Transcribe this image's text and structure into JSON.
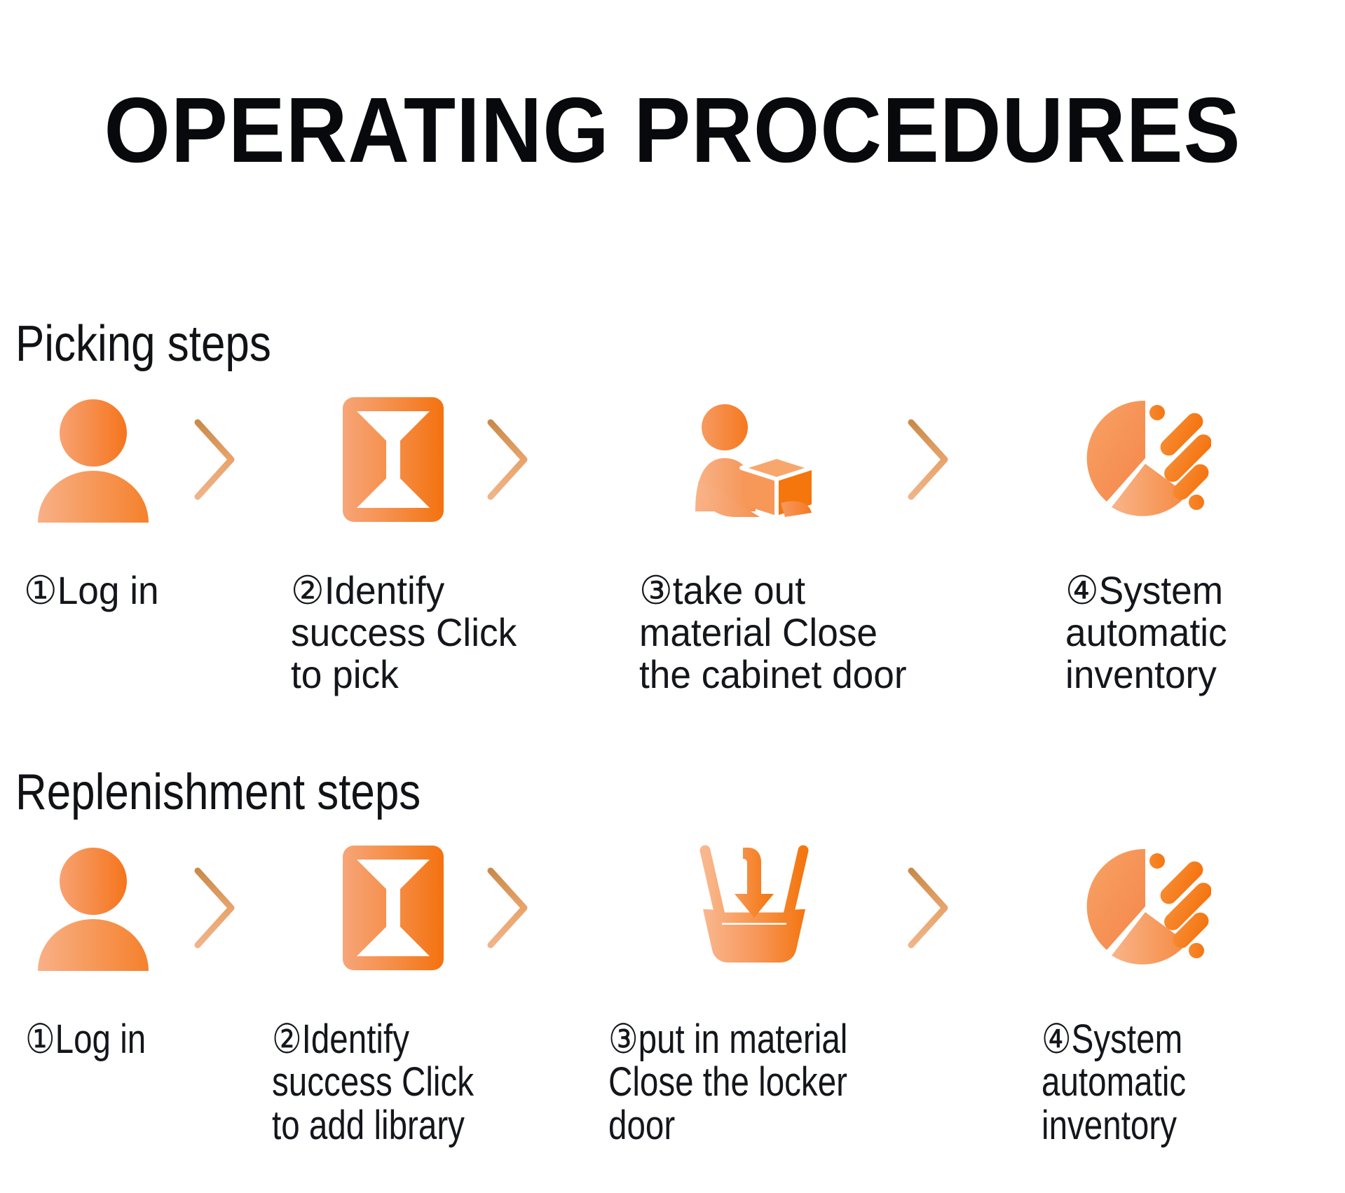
{
  "title": "OPERATING PROCEDURES",
  "colors": {
    "orange_bright": "#F5751C",
    "orange_mid": "#F5914A",
    "orange_light": "#F7AD82",
    "separator": "#C98B4B",
    "text": "#14161c",
    "background": "#ffffff"
  },
  "sections": [
    {
      "id": "picking",
      "heading": "Picking steps",
      "steps": [
        {
          "number": "①",
          "icon": "user-login-icon",
          "label": "①Log in"
        },
        {
          "number": "②",
          "icon": "identify-scan-icon",
          "label": "②Identify\nsuccess Click\nto pick"
        },
        {
          "number": "③",
          "icon": "person-carry-box-icon",
          "label": "③take out\nmaterial Close\nthe cabinet door"
        },
        {
          "number": "④",
          "icon": "pie-chart-icon",
          "label": "④System\nautomatic\ninventory"
        }
      ],
      "separators": [
        "chevron-bar-icon",
        "chevron-bar-icon",
        "chevron-bar-icon"
      ]
    },
    {
      "id": "replenishment",
      "heading": "Replenishment steps",
      "steps": [
        {
          "number": "①",
          "icon": "user-login-icon",
          "label": "①Log in"
        },
        {
          "number": "②",
          "icon": "identify-scan-icon",
          "label": "②Identify\nsuccess Click\nto add library"
        },
        {
          "number": "③",
          "icon": "put-in-basket-icon",
          "label": "③put in material\nClose the locker\ndoor"
        },
        {
          "number": "④",
          "icon": "pie-chart-icon",
          "label": "④System\nautomatic\ninventory"
        }
      ],
      "separators": [
        "chevron-bar-icon",
        "chevron-bar-icon",
        "chevron-bar-icon"
      ]
    }
  ]
}
